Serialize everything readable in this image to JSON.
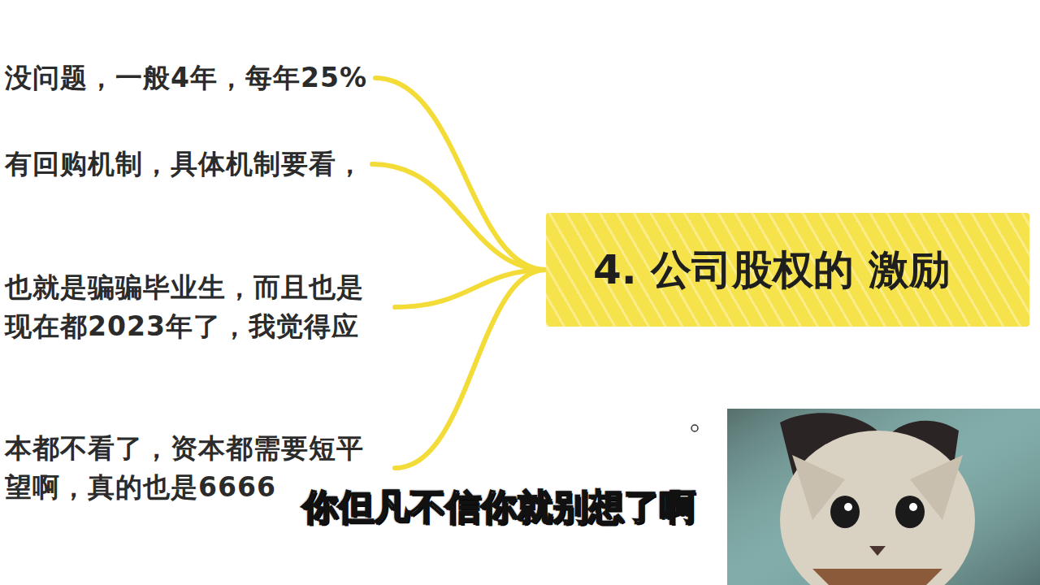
{
  "diagram": {
    "nodes": [
      {
        "text": [
          "没问题，一般4年，每年25%"
        ]
      },
      {
        "text": [
          "有回购机制，具体机制要看，"
        ]
      },
      {
        "text": [
          "也就是骗骗毕业生，而且也是 现在都2023年了，我觉得应"
        ]
      },
      {
        "text": [
          "本都不看了，资本都需要短平 望啊，真的也是6666"
        ]
      },
      {
        "text": [
          "4. 公司股权的 激励"
        ]
      }
    ],
    "edges": [
      {
        "from": 0,
        "to": 4,
        "arrow": "none"
      },
      {
        "from": 1,
        "to": 4,
        "arrow": "none"
      },
      {
        "from": 2,
        "to": 4,
        "arrow": "none"
      },
      {
        "from": 3,
        "to": 4,
        "arrow": "none"
      }
    ],
    "labels": [
      "你但凡不信你就别想了啊"
    ]
  }
}
